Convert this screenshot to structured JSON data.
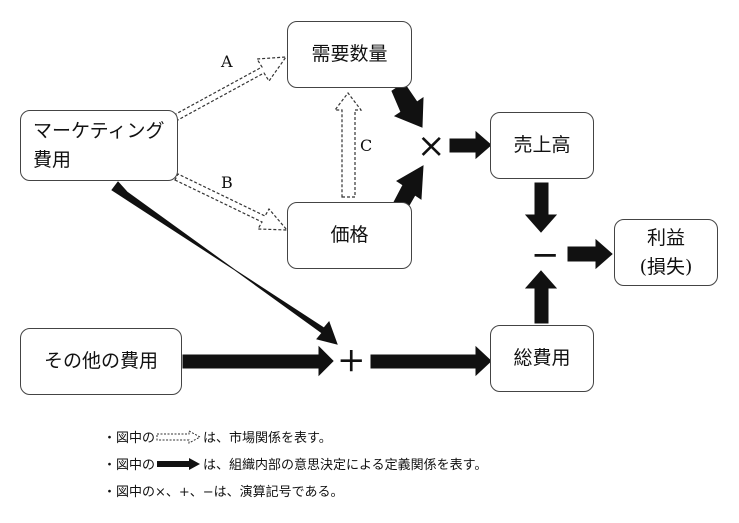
{
  "nodes": {
    "demand": "需要数量",
    "marketing_line1": "マーケティング",
    "marketing_line2": "費用",
    "price": "価格",
    "sales": "売上高",
    "profit_line1": "利益",
    "profit_line2": "(損失)",
    "other_cost": "その他の費用",
    "total_cost": "総費用"
  },
  "edge_labels": {
    "a": "A",
    "b": "B",
    "c": "C"
  },
  "operators": {
    "multiply": "×",
    "minus": "−",
    "plus": "+"
  },
  "notes": {
    "n1_prefix": "・図中の",
    "n1_suffix": "は、市場関係を表す。",
    "n2_prefix": "・図中の",
    "n2_suffix": "は、組織内部の意思決定による定義関係を表す。",
    "n3": "・図中の×、+、−は、演算記号である。"
  }
}
